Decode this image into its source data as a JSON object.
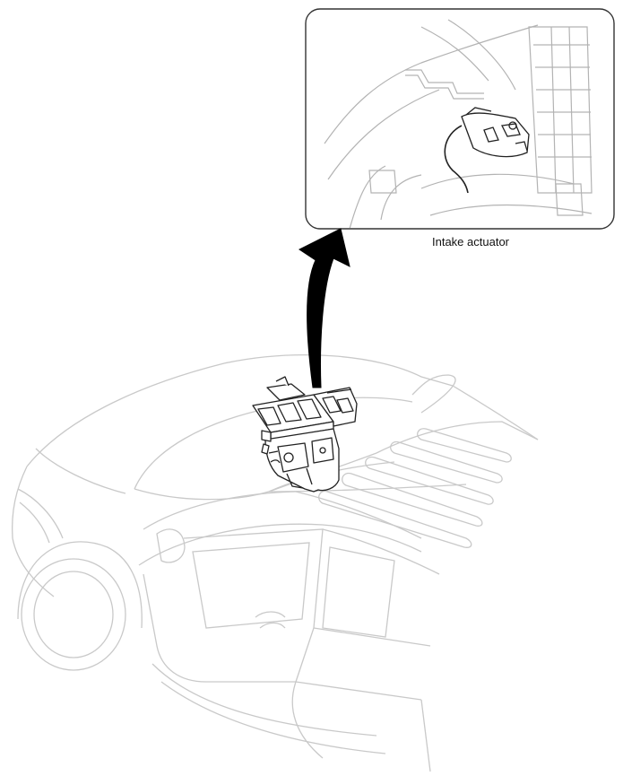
{
  "figure": {
    "callout_label": "Intake actuator"
  },
  "colors": {
    "car_outline": "#c9c9c9",
    "detail_line": "#b3b3b3",
    "unit_line": "#222222",
    "arrow": "#000000",
    "frame": "#333333"
  },
  "icons": {
    "vehicle": "car-outline-illustration",
    "component": "heater-blower-unit-illustration",
    "pointer": "curved-callout-arrow"
  }
}
